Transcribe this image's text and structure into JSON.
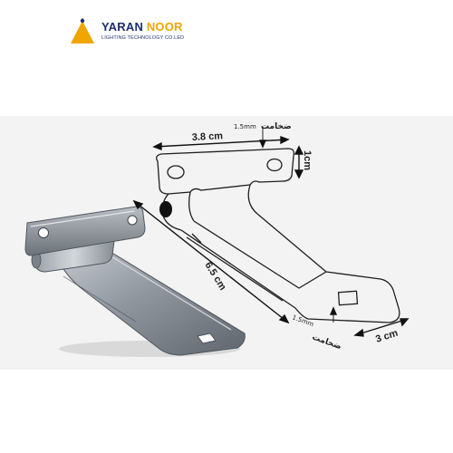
{
  "brand": {
    "name_part1": "YARAN ",
    "name_part2": "NOOR",
    "tagline": "LIGHTING TECHNOLOGY CO.LED",
    "colors": {
      "navy": "#1d2f6e",
      "gold": "#f0a500"
    },
    "icon": "lamp-icon"
  },
  "dimensions": {
    "width_top": "3.8 cm",
    "height_tab": "1cm",
    "length": "6.5 cm",
    "width_bottom": "3 cm",
    "thickness_top_value": "1.5mm",
    "thickness_top_label": "ضخامت",
    "thickness_bottom_value": "1.5mm",
    "thickness_bottom_label": "ضخامت"
  }
}
